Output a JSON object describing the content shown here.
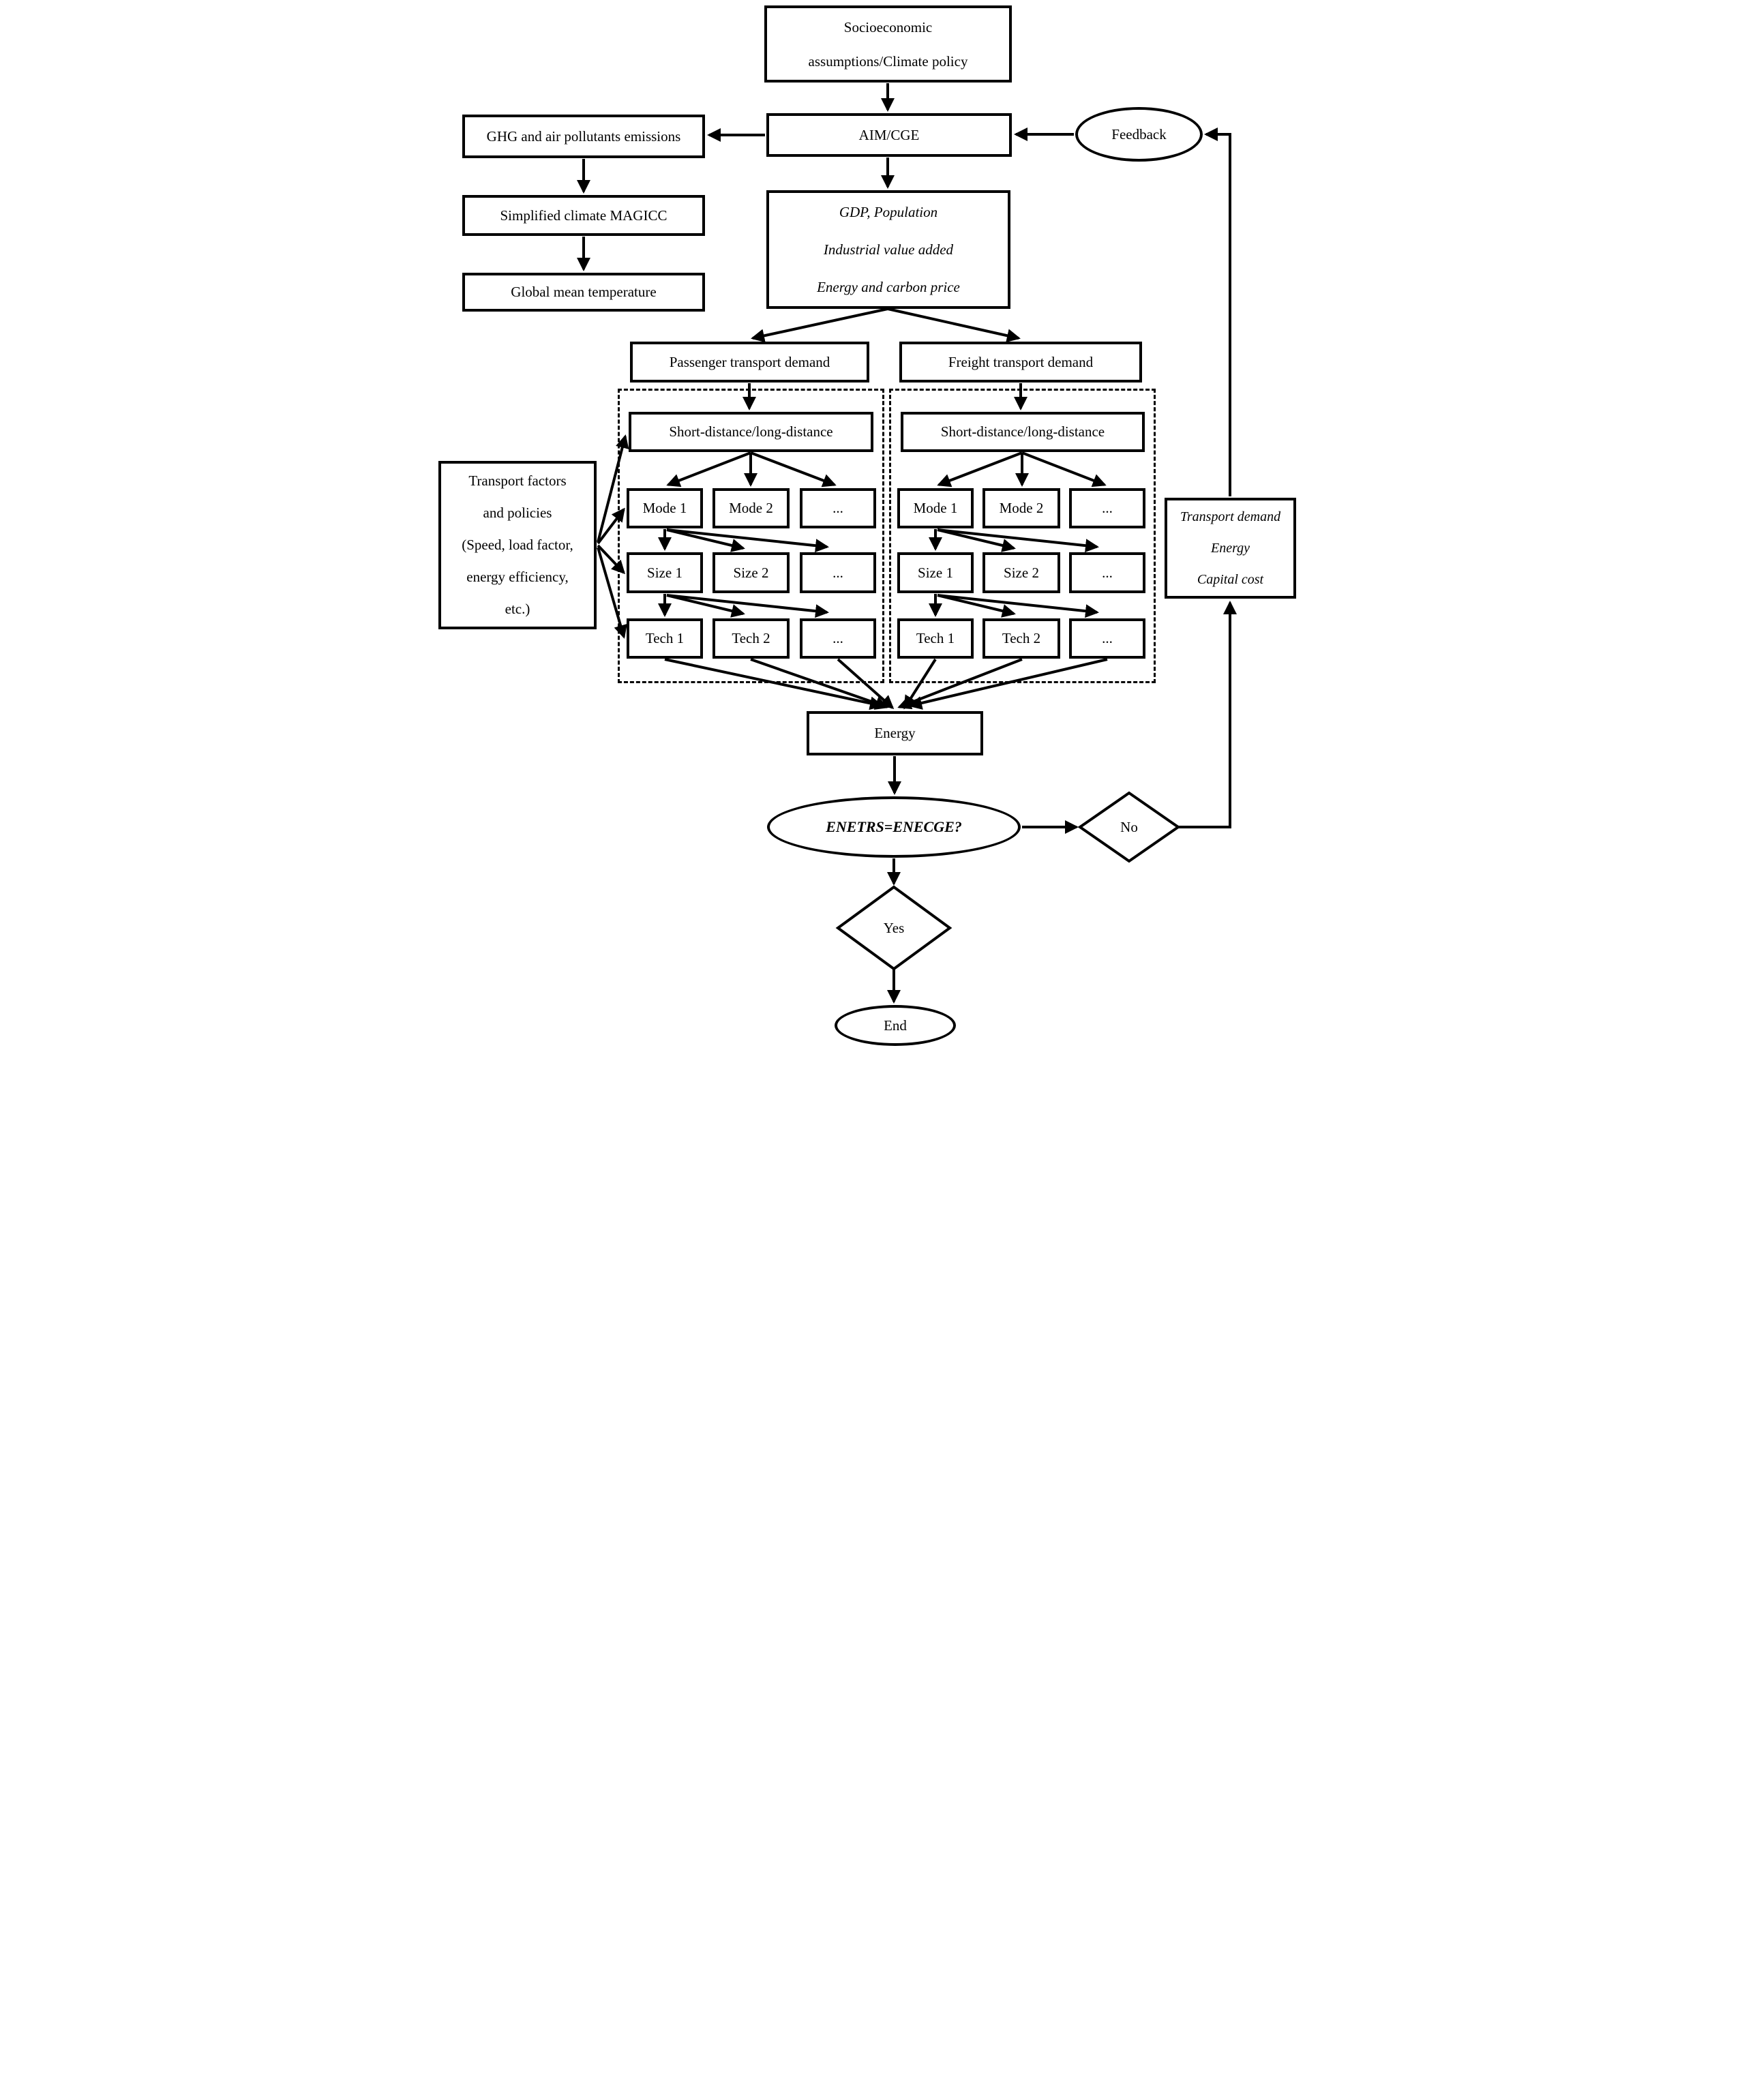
{
  "figure": {
    "background": "#ffffff",
    "line_color": "#000000"
  },
  "nodes": {
    "socioeconomic": {
      "label": "Socioeconomic\nassumptions/Climate policy"
    },
    "aim_cge": {
      "label": "AIM/CGE"
    },
    "ghg_emissions": {
      "label": "GHG and air pollutants emissions"
    },
    "simplified_climate": {
      "label": "Simplified climate MAGICC"
    },
    "global_mean_temperature": {
      "label": "Global mean temperature"
    },
    "feedback": {
      "label": "Feedback"
    },
    "gdp_population": {
      "label": "GDP, Population\nIndustrial value added\nEnergy and carbon price"
    },
    "passenger_demand": {
      "label": "Passenger transport demand"
    },
    "freight_demand": {
      "label": "Freight transport demand"
    },
    "passenger_distance": {
      "label": "Short-distance/long-distance"
    },
    "freight_distance": {
      "label": "Short-distance/long-distance"
    },
    "transport_factors": {
      "label": "Transport factors\nand policies\n(Speed, load factor,\nenergy efficiency,\netc.)"
    },
    "transport_outputs": {
      "label": "Transport demand\nEnergy\nCapital cost"
    },
    "energy": {
      "label": "Energy"
    },
    "convergence_check": {
      "label": "ENETRS=ENECGE?"
    },
    "no": {
      "label": "No"
    },
    "yes": {
      "label": "Yes"
    },
    "end": {
      "label": "End"
    }
  },
  "grid": {
    "mode1": "Mode 1",
    "mode2": "Mode 2",
    "mode_more": "...",
    "size1": "Size 1",
    "size2": "Size 2",
    "size_more": "...",
    "tech1": "Tech 1",
    "tech2": "Tech 2",
    "tech_more": "..."
  }
}
